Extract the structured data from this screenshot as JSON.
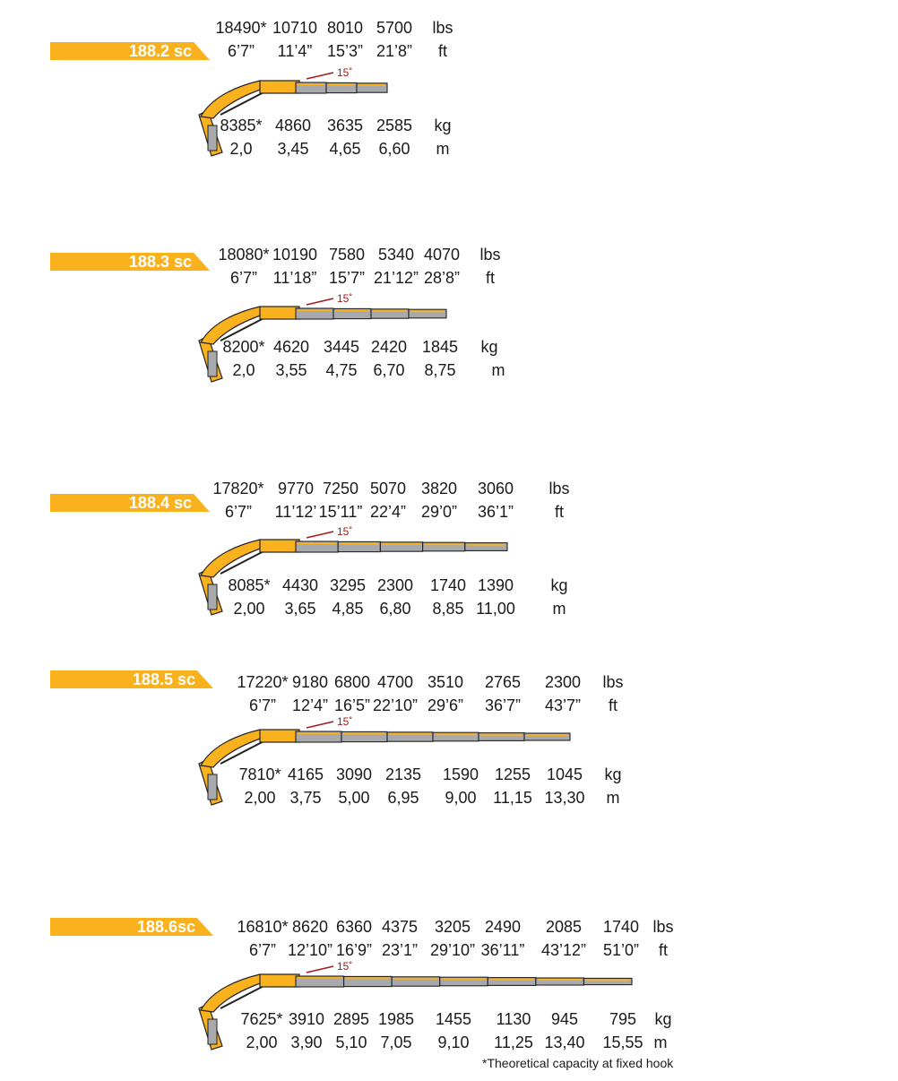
{
  "models": [
    {
      "name": "188.2 sc",
      "lbs": [
        "18490*",
        "10710",
        "8010",
        "5700"
      ],
      "ft": [
        "6’7”",
        "11’4”",
        "15’3”",
        "21’8”"
      ],
      "kg": [
        "8385*",
        "4860",
        "3635",
        "2585"
      ],
      "m": [
        "2,0",
        "3,45",
        "4,65",
        "6,60"
      ],
      "angle": "15˚"
    },
    {
      "name": "188.3 sc",
      "lbs": [
        "18080*",
        "10190",
        "7580",
        "5340",
        "4070"
      ],
      "ft": [
        "6’7”",
        "11’18”",
        "15’7”",
        "21’12”",
        "28’8”"
      ],
      "kg": [
        "8200*",
        "4620",
        "3445",
        "2420",
        "1845"
      ],
      "m": [
        "2,0",
        "3,55",
        "4,75",
        "6,70",
        "8,75"
      ],
      "angle": "15˚"
    },
    {
      "name": "188.4 sc",
      "lbs": [
        "17820*",
        "9770",
        "7250",
        "5070",
        "3820",
        "3060"
      ],
      "ft": [
        "6’7”",
        "11’12’",
        "15’11”",
        "22’4”",
        "29’0”",
        "36’1”"
      ],
      "kg": [
        "8085*",
        "4430",
        "3295",
        "2300",
        "1740",
        "1390"
      ],
      "m": [
        "2,00",
        "3,65",
        "4,85",
        "6,80",
        "8,85",
        "11,00"
      ],
      "angle": "15˚"
    },
    {
      "name": "188.5 sc",
      "lbs": [
        "17220*",
        "9180",
        "6800",
        "4700",
        "3510",
        "2765",
        "2300"
      ],
      "ft": [
        "6’7”",
        "12’4”",
        "16’5”",
        "22’10”",
        "29’6”",
        "36’7”",
        "43’7”"
      ],
      "kg": [
        "7810*",
        "4165",
        "3090",
        "2135",
        "1590",
        "1255",
        "1045"
      ],
      "m": [
        "2,00",
        "3,75",
        "5,00",
        "6,95",
        "9,00",
        "11,15",
        "13,30"
      ],
      "angle": "15˚"
    },
    {
      "name": "188.6sc",
      "lbs": [
        "16810*",
        "8620",
        "6360",
        "4375",
        "3205",
        "2490",
        "2085",
        "1740"
      ],
      "ft": [
        "6’7”",
        "12’10”",
        "16’9”",
        "23’1”",
        "29’10”",
        "36’11”",
        "43’12”",
        "51’0”"
      ],
      "kg": [
        "7625*",
        "3910",
        "2895",
        "1985",
        "1455",
        "1130",
        "945",
        "795"
      ],
      "m": [
        "2,00",
        "3,90",
        "5,10",
        "7,05",
        "9,10",
        "11,25",
        "13,40",
        "15,55"
      ],
      "angle": "15˚"
    }
  ],
  "units": {
    "lbs": "lbs",
    "ft": "ft",
    "kg": "kg",
    "m": "m"
  },
  "footnote": "*Theoretical capacity at fixed hook",
  "colors": {
    "accent": "#f9b21d",
    "angle_line": "#a31b1b",
    "boom_grey": "#a7a9ac"
  }
}
